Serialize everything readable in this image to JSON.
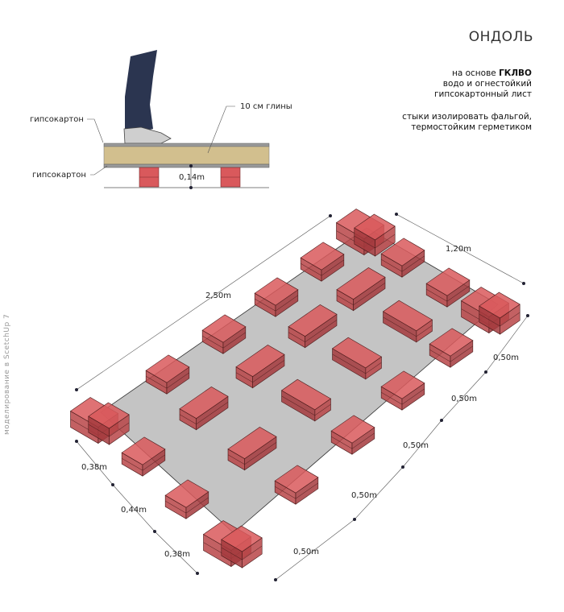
{
  "title": "ОНДОЛЬ",
  "notes": {
    "line1_prefix": "на основе ",
    "line1_bold": "ГКЛВО",
    "line2": "водо и огнестойкий",
    "line3": "гипсокартонный лист",
    "line4": "стыки изолировать фальгой,",
    "line5": "термостойким герметиком"
  },
  "section": {
    "label_top": "гипсокартон",
    "label_bottom": "гипсокартон",
    "label_clay": "10 см глины",
    "height_dim": "0,14m"
  },
  "plan": {
    "length_dim": "2,50m",
    "width_dim": "1,20m",
    "right_dims": [
      "0,50m",
      "0,50m",
      "0,50m",
      "0,50m",
      "0,50m"
    ],
    "left_dims": [
      "0,38m",
      "0,44m",
      "0,38m"
    ]
  },
  "credit": "моделирование в ScetchUp 7",
  "colors": {
    "brick": "#d9595c",
    "plate": "#b5b5b5",
    "clay": "#d2bf8e",
    "board": "#9a9a9a",
    "jeans": "#2b3550"
  }
}
